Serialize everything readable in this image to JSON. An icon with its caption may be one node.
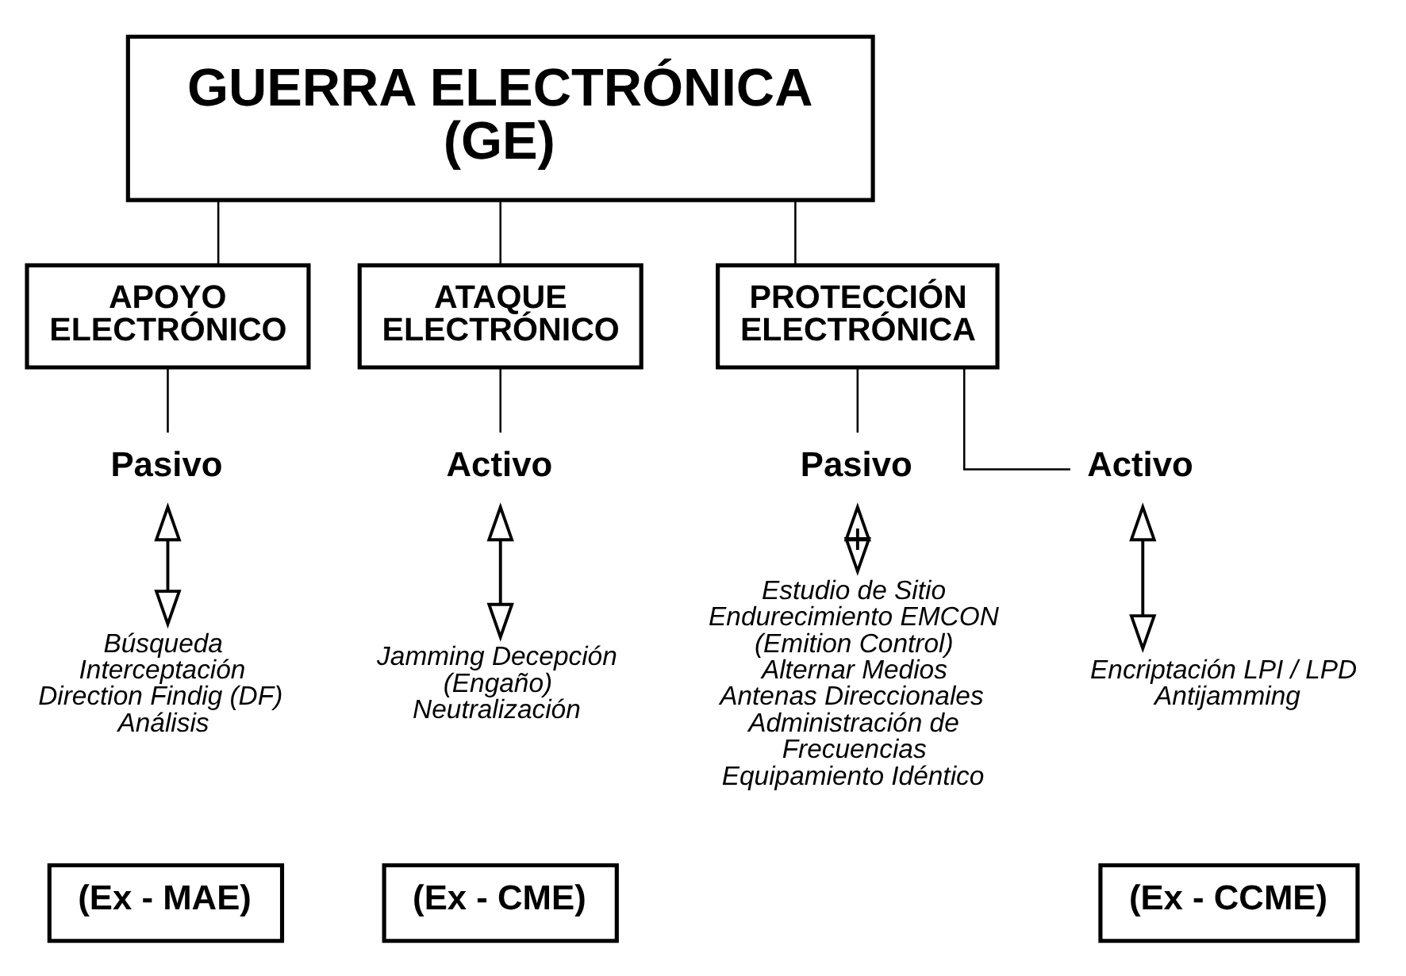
{
  "diagram": {
    "nodes": [
      {
        "text": [
          "GUERRA ELECTRÓNICA (GE)"
        ]
      },
      {
        "text": [
          "APOYO ELECTRÓNICO"
        ]
      },
      {
        "text": [
          "ATAQUE ELECTRÓNICO"
        ]
      },
      {
        "text": [
          "PROTECCIÓN ELECTRÓNICA"
        ]
      },
      {
        "text": [
          "Pasivo"
        ]
      },
      {
        "text": [
          "Activo"
        ]
      },
      {
        "text": [
          "Pasivo"
        ]
      },
      {
        "text": [
          "Activo"
        ]
      },
      {
        "text": [
          "Búsqueda Interceptación Direction Findig (DF) Análisis"
        ]
      },
      {
        "text": [
          "Jamming Decepción (Engaño) Neutralización"
        ]
      },
      {
        "text": [
          "Estudio de Sitio Endurecimiento EMCON (Emition Control) Alternar Medios Antenas Direccionales Administración de Frecuencias Equipamiento Idéntico"
        ]
      },
      {
        "text": [
          "Encriptación LPI / LPD Antijamming"
        ]
      },
      {
        "text": [
          "(Ex - MAE)"
        ]
      },
      {
        "text": [
          "(Ex - CME)"
        ]
      },
      {
        "text": [
          "(Ex - CCME)"
        ]
      }
    ],
    "edges": [
      {
        "from": 0,
        "to": 1,
        "arrow": "none"
      },
      {
        "from": 0,
        "to": 2,
        "arrow": "none"
      },
      {
        "from": 0,
        "to": 3,
        "arrow": "none"
      },
      {
        "from": 1,
        "to": 4,
        "arrow": "none"
      },
      {
        "from": 2,
        "to": 5,
        "arrow": "none"
      },
      {
        "from": 3,
        "to": 6,
        "arrow": "none"
      },
      {
        "from": 3,
        "to": 7,
        "arrow": "none"
      },
      {
        "from": 4,
        "to": 8,
        "arrow": "both"
      },
      {
        "from": 5,
        "to": 9,
        "arrow": "both"
      },
      {
        "from": 6,
        "to": 10,
        "arrow": "both"
      },
      {
        "from": 7,
        "to": 11,
        "arrow": "both"
      }
    ]
  }
}
